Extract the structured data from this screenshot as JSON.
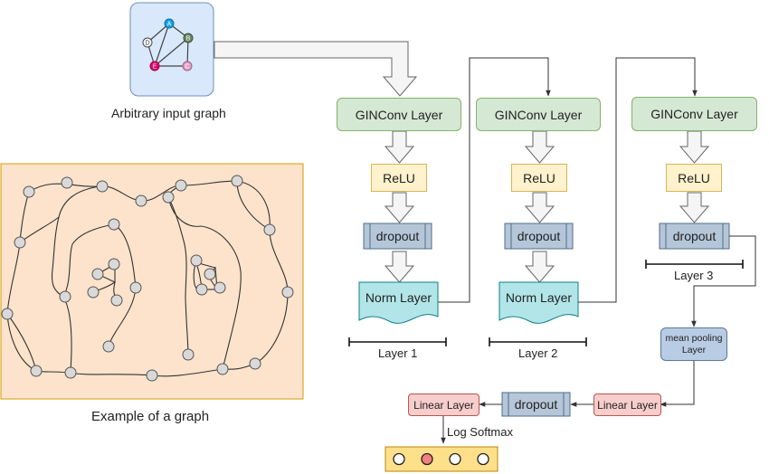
{
  "input_graph": {
    "caption": "Arbitrary input graph",
    "nodes": [
      {
        "label": "A",
        "color": "#1ba1e2"
      },
      {
        "label": "B",
        "color": "#6d8764"
      },
      {
        "label": "C",
        "color": "#e6a0c4"
      },
      {
        "label": "D",
        "color": "#ffffff"
      },
      {
        "label": "E",
        "color": "#d80073"
      }
    ]
  },
  "example_graph": {
    "caption": "Example of a graph"
  },
  "columns": [
    {
      "gin": "GINConv Layer",
      "relu": "ReLU",
      "dropout": "dropout",
      "norm": "Norm Layer",
      "layer": "Layer 1"
    },
    {
      "gin": "GINConv Layer",
      "relu": "ReLU",
      "dropout": "dropout",
      "norm": "Norm Layer",
      "layer": "Layer 2"
    },
    {
      "gin": "GINConv Layer",
      "relu": "ReLU",
      "dropout": "dropout",
      "layer": "Layer 3"
    }
  ],
  "head": {
    "pool": "mean pooling Layer",
    "linear_right": "Linear Layer",
    "dropout": "dropout",
    "linear_left": "Linear Layer",
    "softmax": "Log Softmax",
    "output": {
      "node_count": 4,
      "highlight_index": 1,
      "highlight_color": "#f1807e"
    }
  },
  "colors": {
    "gin_fill": "#d5e8d4",
    "relu_fill": "#fff2cc",
    "dropout_fill": "#b5c6d8",
    "norm_fill": "#b2e5e8",
    "linear_fill": "#f8cecc",
    "pool_fill": "#b8cce4",
    "graph_panel": "#fde3cb",
    "input_panel": "#dae8fc",
    "output_bar": "#ffe08a"
  }
}
